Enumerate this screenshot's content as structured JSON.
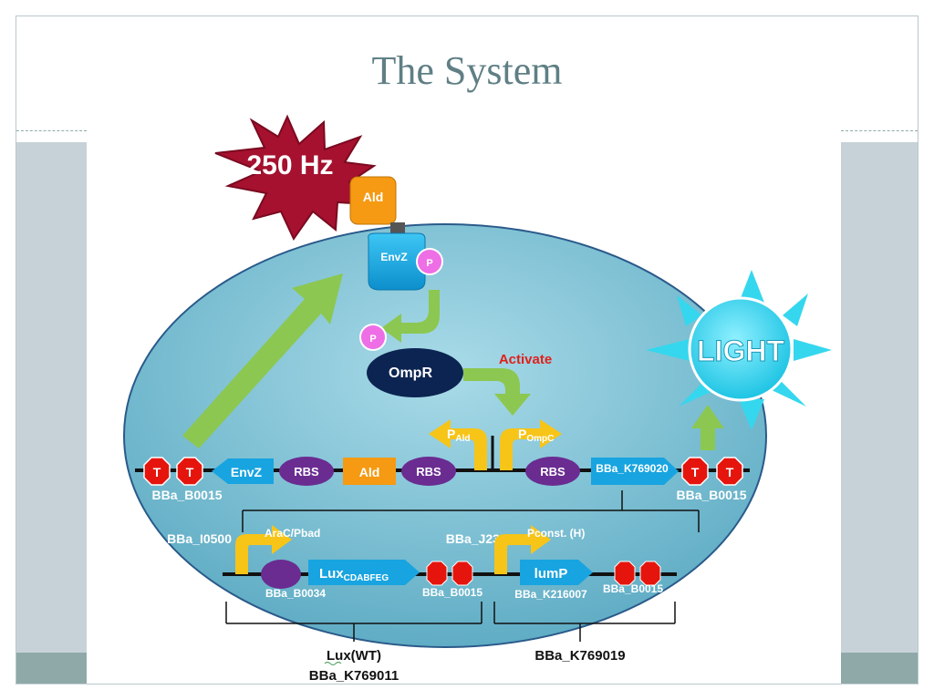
{
  "slide": {
    "title": "The System"
  },
  "burst": {
    "label": "250 Hz"
  },
  "proteins": {
    "ald": "Ald",
    "envz": "EnvZ",
    "phospho": "P",
    "ompr": "OmpR",
    "activate": "Activate"
  },
  "light": {
    "label": "LIGHT"
  },
  "device1": {
    "terminator": "T",
    "envz": "EnvZ",
    "rbs": "RBS",
    "ald": "Ald",
    "p_ald_main": "P",
    "p_ald_sub": "Ald",
    "p_ompc_main": "P",
    "p_ompc_sub": "OmpC",
    "reporter": "BBa_K769020",
    "left_term_id": "BBa_B0015",
    "right_term_id": "BBa_B0015"
  },
  "device2": {
    "promoter1_id": "BBa_I0500",
    "promoter1_name": "AraC/Pbad",
    "rbs_id": "BBa_B0034",
    "lux_main": "Lux",
    "lux_sub": "CDABFEG",
    "term1_id": "BBa_B0015",
    "promoter2_id": "BBa_J23102",
    "promoter2_name": "Pconst. (H)",
    "lump": "lumP",
    "lump_id": "BBa_K216007",
    "term2_id": "BBa_B0015"
  },
  "brackets": {
    "lux_name": "Lux(WT)",
    "lux_id": "BBa_K769011",
    "right_id": "BBa_K769019"
  },
  "colors": {
    "burst": "#a5112f",
    "ald": "#f59a12",
    "envz": "#18a4e0",
    "phospho": "#ee6ee6",
    "ompr": "#0c2452",
    "activate": "#e0201b",
    "arrow_green": "#8cc751",
    "terminator": "#e5150e",
    "rbs": "#6a2c91",
    "promoter": "#f7c418",
    "light": "#35d7ee",
    "cell": "#7fc1d4"
  }
}
